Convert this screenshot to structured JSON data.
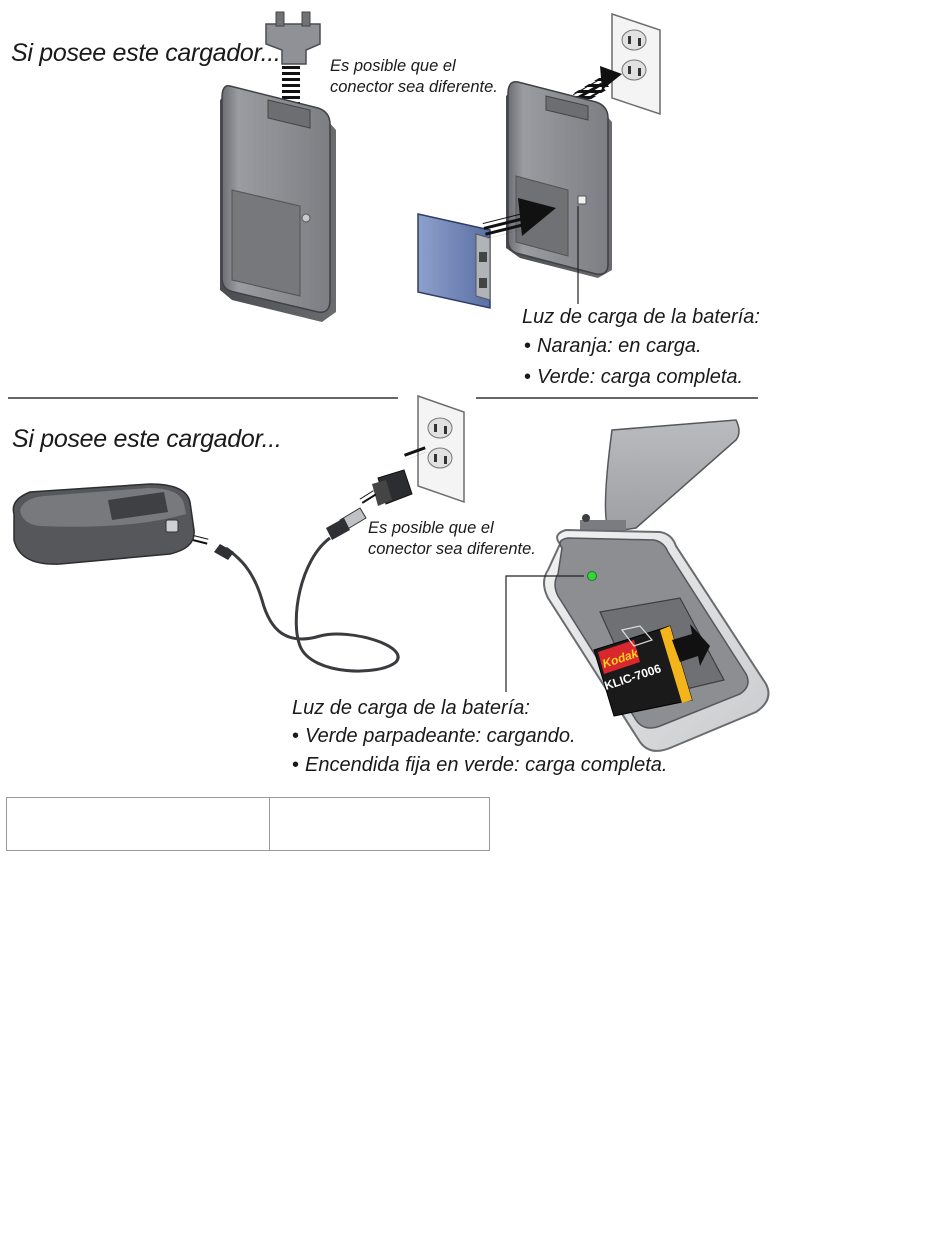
{
  "section1": {
    "heading": "Si posee este cargador...",
    "connector_note": [
      "Es posible que el",
      "conector sea diferente."
    ],
    "light_title": "Luz de carga de la batería:",
    "light_items": [
      "Naranja: en carga.",
      "Verde: carga completa."
    ]
  },
  "section2": {
    "heading": "Si posee este cargador...",
    "connector_note": [
      "Es posible que el",
      "conector sea diferente."
    ],
    "light_title": "Luz de carga de la batería:",
    "light_items": [
      "Verde parpadeante: cargando.",
      "Encendida fija en verde: carga completa."
    ],
    "battery_brand": "Kodak",
    "battery_model": "KLIC-7006"
  },
  "colors": {
    "charger_body": "#8a8c90",
    "charger_dark": "#5e6064",
    "battery_blue": "#6f86b8",
    "led_green": "#35d43a",
    "kodak_red": "#d8272d",
    "kodak_yellow": "#f3b51b"
  }
}
